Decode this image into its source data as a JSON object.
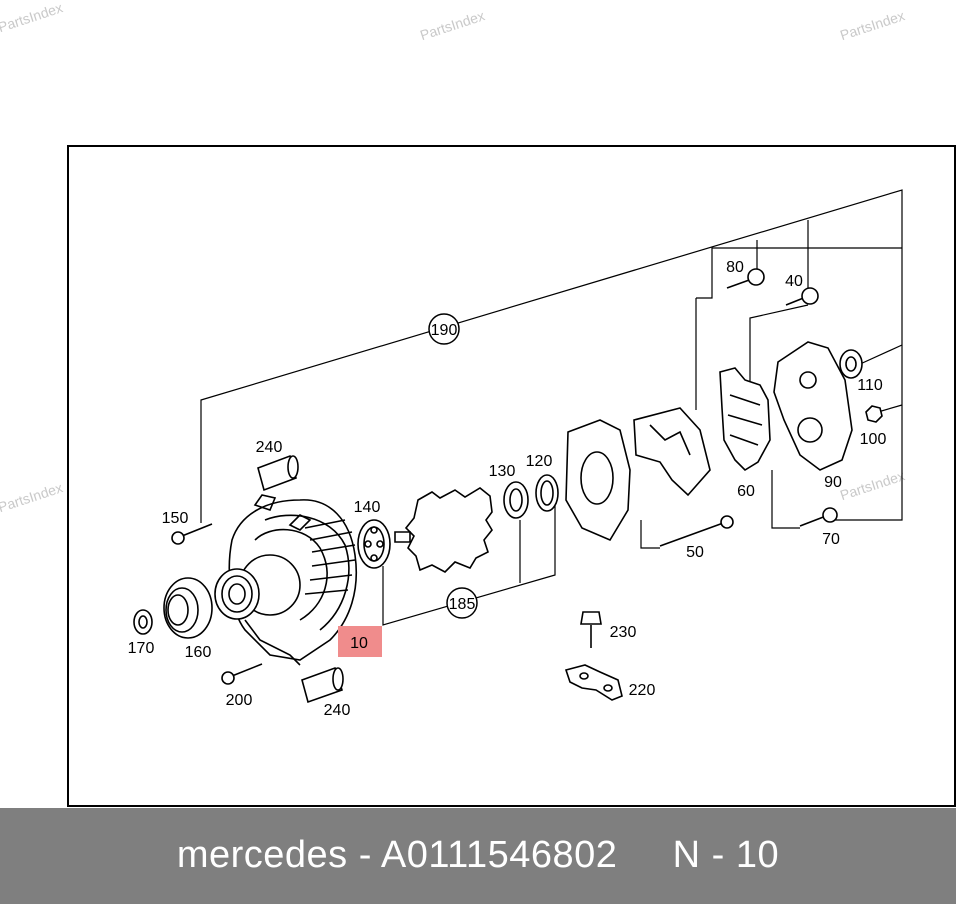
{
  "watermarks": [
    "PartsIndex",
    "PartsIndex",
    "PartsIndex",
    "PartsIndex",
    "PartsIndex"
  ],
  "callouts": {
    "p190": "190",
    "p185": "185",
    "p240a": "240",
    "p240b": "240",
    "p150": "150",
    "p140": "140",
    "p130": "130",
    "p120": "120",
    "p80": "80",
    "p40": "40",
    "p110": "110",
    "p100": "100",
    "p60": "60",
    "p90": "90",
    "p50": "50",
    "p70": "70",
    "p230": "230",
    "p220": "220",
    "p170": "170",
    "p160": "160",
    "p200": "200",
    "p10": "10"
  },
  "highlight_color": "#f08c8c",
  "footer": {
    "text": "mercedes - A0111546802     N - 10"
  }
}
